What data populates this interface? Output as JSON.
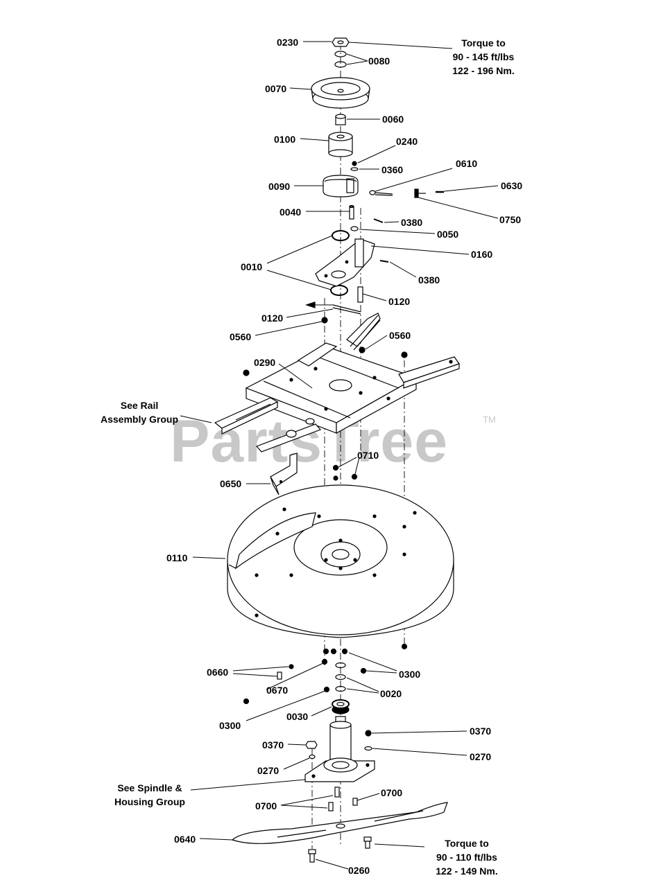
{
  "watermark": {
    "text": "PartsTree",
    "tm": "TM"
  },
  "notes": {
    "torque_top": [
      "Torque to",
      "90 - 145 ft/lbs",
      "122 - 196 Nm."
    ],
    "torque_bottom": [
      "Torque to",
      "90 - 110 ft/lbs",
      "122 - 149 Nm."
    ],
    "rail_group": [
      "See Rail",
      "Assembly Group"
    ],
    "spindle_group": [
      "See Spindle &",
      "Housing Group"
    ]
  },
  "labels": {
    "p0230": "0230",
    "p0080": "0080",
    "p0070": "0070",
    "p0060": "0060",
    "p0100": "0100",
    "p0240": "0240",
    "p0360": "0360",
    "p0610": "0610",
    "p0090": "0090",
    "p0630": "0630",
    "p0040": "0040",
    "p0750": "0750",
    "p0380a": "0380",
    "p0050": "0050",
    "p0010": "0010",
    "p0160": "0160",
    "p0380b": "0380",
    "p0120a": "0120",
    "p0120b": "0120",
    "p0560a": "0560",
    "p0560b": "0560",
    "p0290": "0290",
    "p0710": "0710",
    "p0650": "0650",
    "p0110": "0110",
    "p0660": "0660",
    "p0300a": "0300",
    "p0670": "0670",
    "p0020": "0020",
    "p0030": "0030",
    "p0300b": "0300",
    "p0370a": "0370",
    "p0370b": "0370",
    "p0270a": "0270",
    "p0270b": "0270",
    "p0700a": "0700",
    "p0700b": "0700",
    "p0640": "0640",
    "p0260": "0260"
  }
}
